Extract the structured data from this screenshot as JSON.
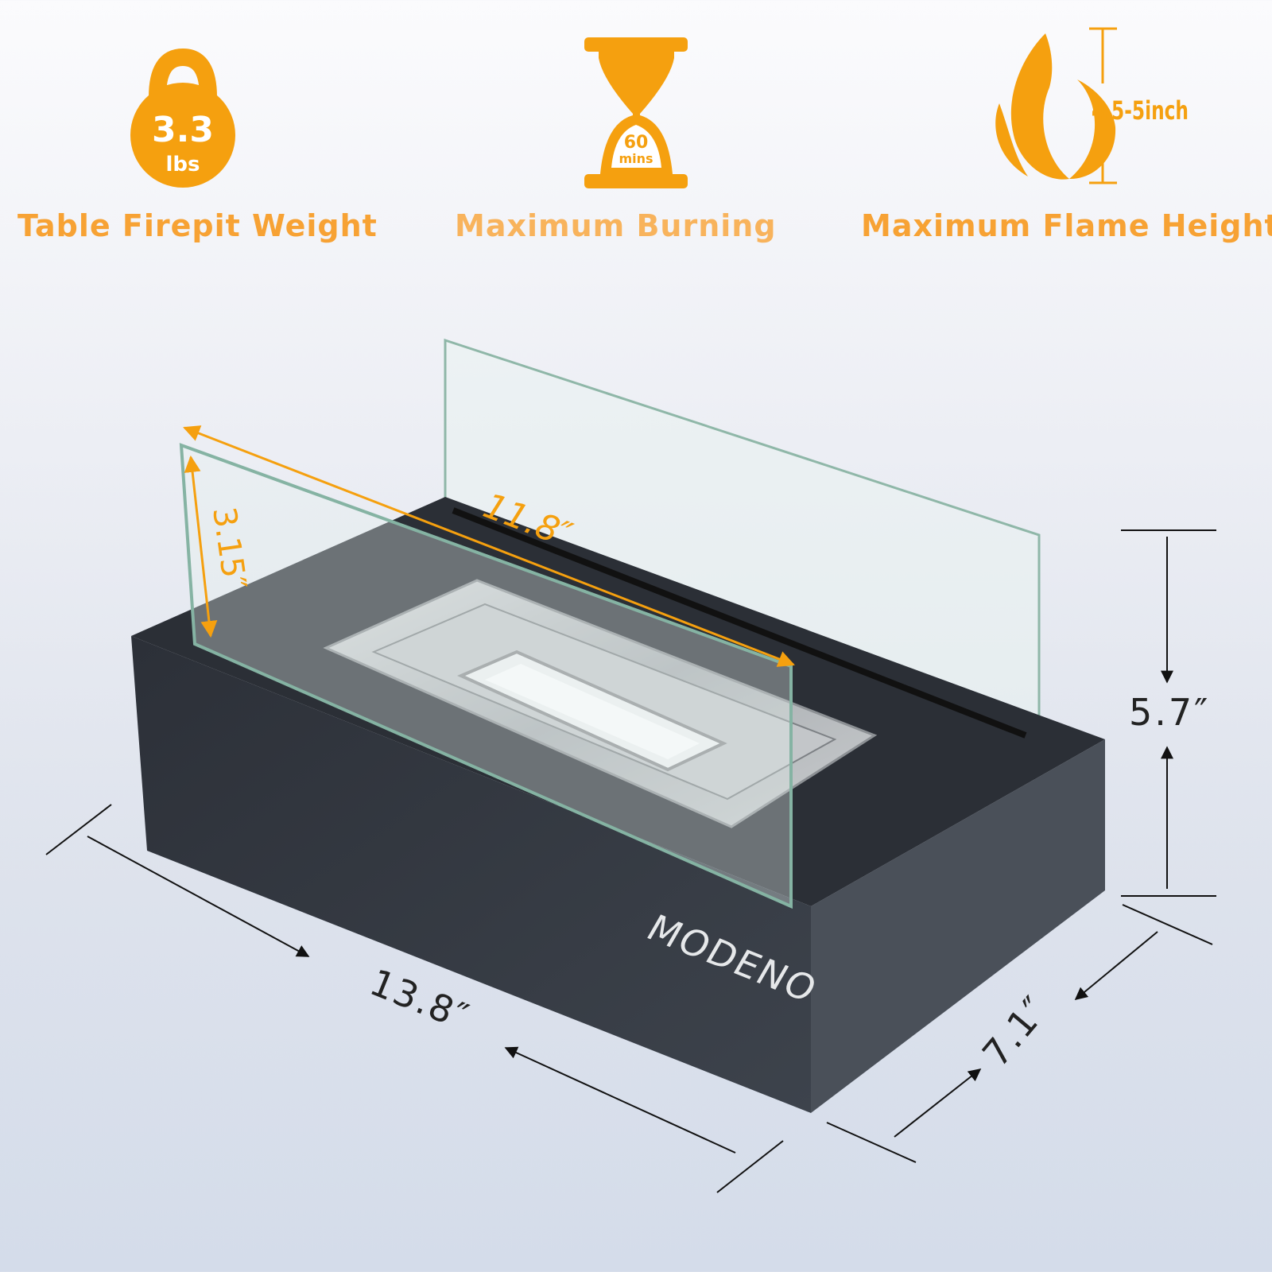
{
  "features": {
    "weight": {
      "icon": "kettlebell-icon",
      "value": "3.3",
      "unit": "lbs",
      "label": "Table Firepit Weight"
    },
    "burning": {
      "icon": "hourglass-icon",
      "value": "60",
      "unit": "mins",
      "label": "Maximum Burning"
    },
    "flame": {
      "icon": "flame-icon",
      "value": "4.5-5inch",
      "label": "Maximum Flame Height"
    }
  },
  "dimensions": {
    "glass_length": "11.8″",
    "glass_height": "3.15″",
    "total_height": "5.7″",
    "base_length": "13.8″",
    "base_depth": "7.1″"
  },
  "brand": "MODENO",
  "colors": {
    "accent": "#f5a00f",
    "label": "#f7a234",
    "base": "#2a2e36"
  }
}
